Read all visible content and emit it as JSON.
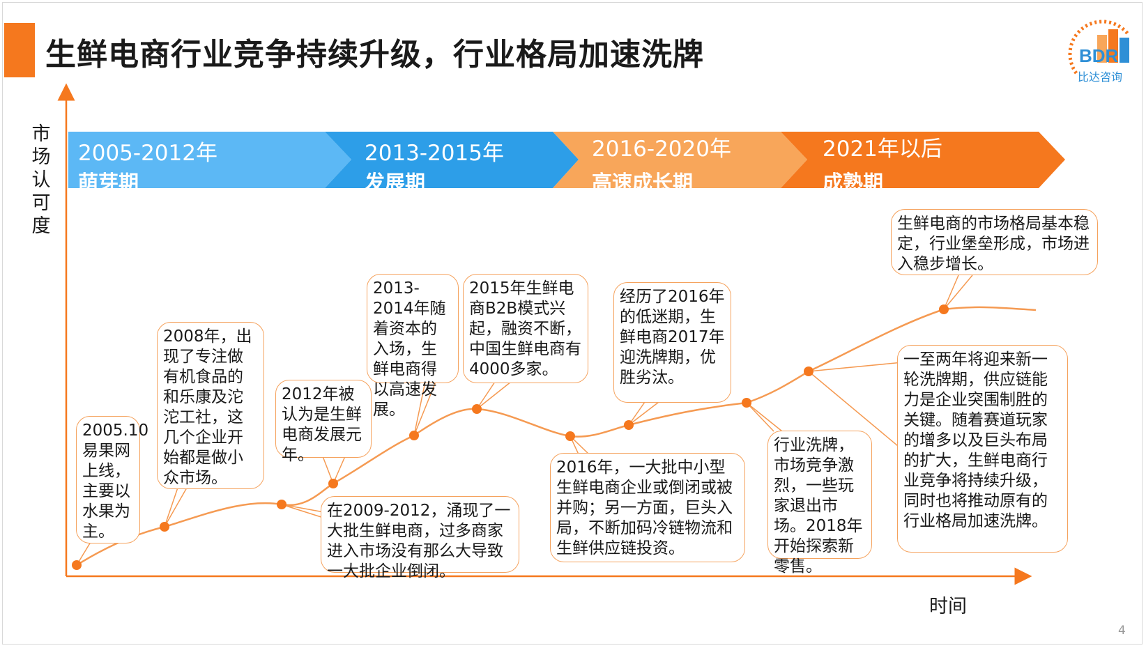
{
  "title": "生鲜电商行业竞争持续升级，行业格局加速洗牌",
  "logo": {
    "text": "BDR",
    "subtitle": "比达咨询",
    "color": "#2e8fd6"
  },
  "axis": {
    "y_label": "市场认可度",
    "x_label": "时间"
  },
  "page_number": "4",
  "colors": {
    "accent": "#f5781e",
    "phase_blue_light": "#5cb8f5",
    "phase_blue": "#2d9ee8",
    "phase_orange_light": "#f8a65a",
    "phase_orange": "#f5781e",
    "curve": "#f59a52",
    "callout_border": "#f5a25d"
  },
  "phases": [
    {
      "years": "2005-2012年",
      "name": "萌芽期"
    },
    {
      "years": "2013-2015年",
      "name": "发展期"
    },
    {
      "years": "2016-2020年",
      "name": "高速成长期"
    },
    {
      "years": "2021年以后",
      "name": "成熟期"
    }
  ],
  "callouts": [
    {
      "id": "c2005",
      "text": "2005.10易果网上线，主要以水果为主。"
    },
    {
      "id": "c2008",
      "text": "2008年，出现了专注做有机食品的和乐康及沱沱工社，这几个企业开始都是做小众市场。"
    },
    {
      "id": "c2012",
      "text": "2012年被认为是生鲜电商发展元年。"
    },
    {
      "id": "c2009",
      "text": "在2009-2012，涌现了一大批生鲜电商，过多商家进入市场没有那么大导致一大批企业倒闭。"
    },
    {
      "id": "c2013",
      "text": "2013-2014年随着资本的入场，生鲜电商得以高速发展。"
    },
    {
      "id": "c2015",
      "text": "2015年生鲜电商B2B模式兴起，融资不断，中国生鲜电商有4000多家。"
    },
    {
      "id": "c2016a",
      "text": "2016年，一大批中小型生鲜电商企业或倒闭或被并购；另一方面，巨头入局，不断加码冷链物流和生鲜供应链投资。"
    },
    {
      "id": "c2016b",
      "text": "经历了2016年的低迷期，生鲜电商2017年迎洗牌期，优胜劣汰。"
    },
    {
      "id": "c2018",
      "text": "行业洗牌，市场竞争激烈，一些玩家退出市场。2018年开始探索新零售。"
    },
    {
      "id": "cfuture",
      "text": "一至两年将迎来新一轮洗牌期，供应链能力是企业突围制胜的关键。随着赛道玩家的增多以及巨头布局的扩大，生鲜电商行业竞争将持续升级，同时也将推动原有的行业格局加速洗牌。"
    },
    {
      "id": "cmature",
      "text": "生鲜电商的市场格局基本稳定，行业堡垒形成，市场进入稳步增长。"
    }
  ]
}
